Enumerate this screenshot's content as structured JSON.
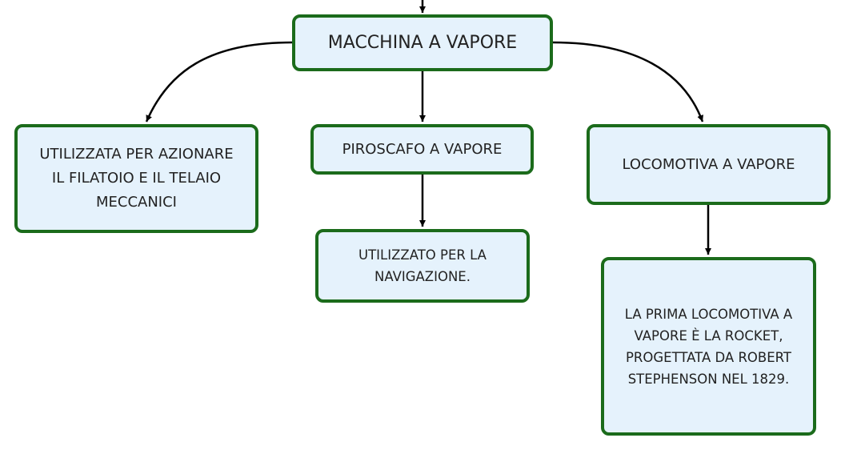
{
  "colors": {
    "node_fill": "#e5f2fc",
    "node_border": "#1b6b1b",
    "link": "#000000"
  },
  "nodes": {
    "root": "MACCHINA A VAPORE",
    "left": "UTILIZZATA PER AZIONARE\nIL FILATOIO E IL TELAIO\nMECCANICI",
    "middle": "PIROSCAFO A VAPORE",
    "middle_child": "UTILIZZATO PER LA\nNAVIGAZIONE.",
    "right": "LOCOMOTIVA A VAPORE",
    "right_child": "LA PRIMA LOCOMOTIVA A\nVAPORE È LA ROCKET,\nPROGETTATA DA ROBERT\nSTEPHENSON NEL 1829."
  }
}
